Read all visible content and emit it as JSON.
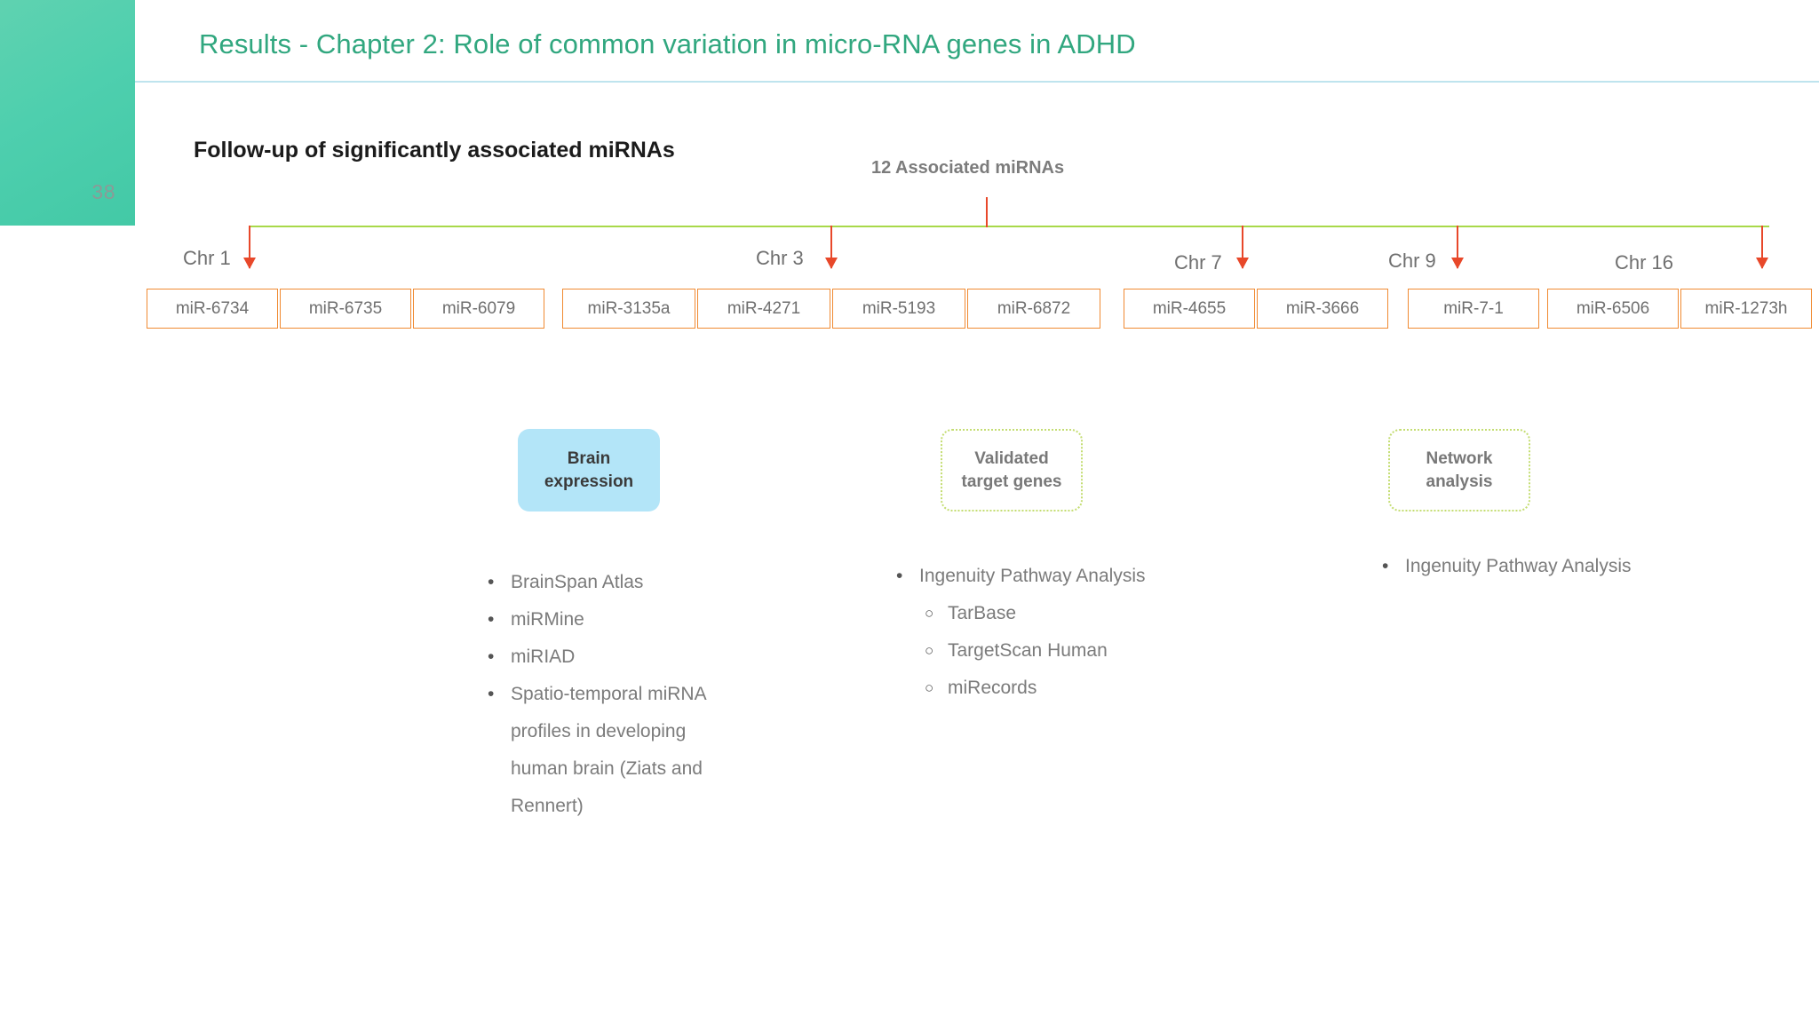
{
  "slide": {
    "page_number": "38",
    "title": "Results - Chapter 2:  Role of common variation in micro-RNA genes in ADHD",
    "section_heading": "Follow-up of significantly associated miRNAs",
    "assoc_caption": "12 Associated miRNAs"
  },
  "colors": {
    "title_green": "#31a77f",
    "side_block_green": "#4ecfae",
    "underline_blue": "#bfe4ee",
    "connector_green": "#a8d94a",
    "arrow_red": "#e8482a",
    "box_orange": "#f08a32",
    "pill_blue": "#b3e5f8",
    "pill_dotted_green": "#c4dd72",
    "body_gray": "#7b7b7b"
  },
  "chromosome_groups": [
    {
      "chr_label": "Chr 1",
      "mirnas": [
        "miR-6734",
        "miR-6735",
        "miR-6079"
      ]
    },
    {
      "chr_label": "Chr 3",
      "mirnas": [
        "miR-3135a",
        "miR-4271",
        "miR-5193",
        "miR-6872"
      ]
    },
    {
      "chr_label": "Chr 7",
      "mirnas": [
        "miR-4655",
        "miR-3666"
      ]
    },
    {
      "chr_label": "Chr 9",
      "mirnas": [
        "miR-7-1"
      ]
    },
    {
      "chr_label": "Chr 16",
      "mirnas": [
        "miR-6506",
        "miR-1273h"
      ]
    }
  ],
  "analyses": [
    {
      "title_line1": "Brain",
      "title_line2": "expression",
      "style": "filled",
      "items": [
        {
          "level": 1,
          "text": "BrainSpan Atlas"
        },
        {
          "level": 1,
          "text": "miRMine"
        },
        {
          "level": 1,
          "text": "miRIAD"
        },
        {
          "level": 1,
          "text": "Spatio-temporal miRNA\nprofiles in developing\nhuman brain (Ziats and\nRennert)"
        }
      ]
    },
    {
      "title_line1": "Validated",
      "title_line2": "target genes",
      "style": "dotted",
      "items": [
        {
          "level": 1,
          "text": "Ingenuity Pathway Analysis"
        },
        {
          "level": 2,
          "text": "TarBase"
        },
        {
          "level": 2,
          "text": "TargetScan Human"
        },
        {
          "level": 2,
          "text": "miRecords"
        }
      ]
    },
    {
      "title_line1": "Network",
      "title_line2": "analysis",
      "style": "dotted",
      "items": [
        {
          "level": 1,
          "text": "Ingenuity Pathway Analysis"
        }
      ]
    }
  ]
}
